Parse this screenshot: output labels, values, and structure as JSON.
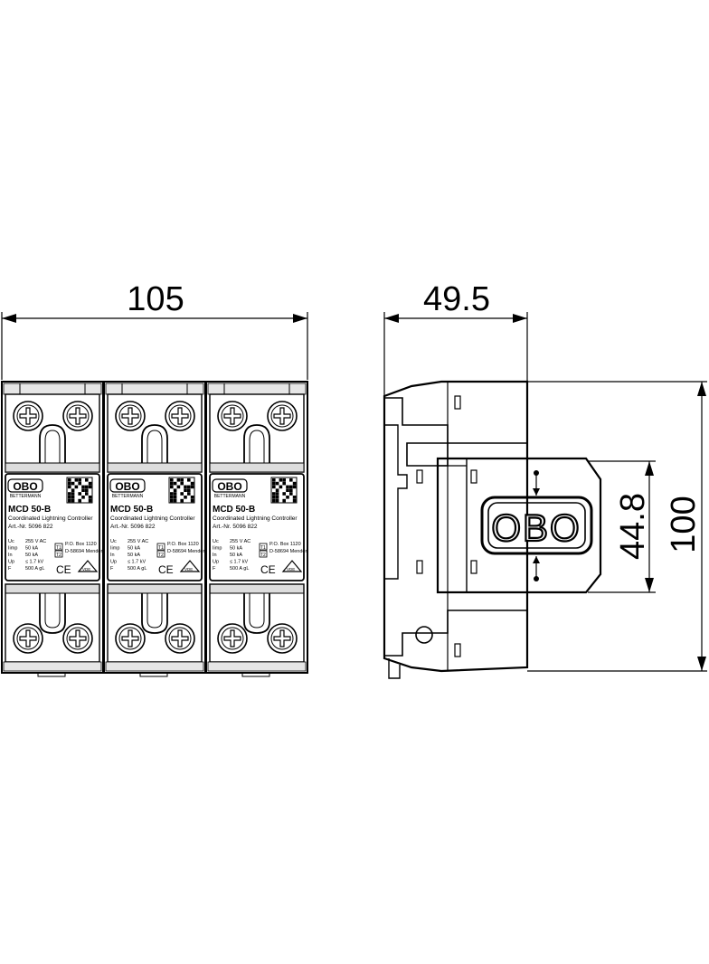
{
  "dimensions": {
    "width_front": "105",
    "depth_side": "49.5",
    "height_front_window": "44.8",
    "height_total": "100"
  },
  "module": {
    "brand": "OBO",
    "sub_brand": "BETTERMANN",
    "model": "MCD 50-B",
    "description": "Coordinated Lightning Controller",
    "article": "Art.-Nr. 5096 822",
    "specs": [
      {
        "sym": "Uc",
        "val": "255 V AC"
      },
      {
        "sym": "Iimp",
        "val": "50 kA"
      },
      {
        "sym": "In",
        "val": "50 kA"
      },
      {
        "sym": "Up",
        "val": "≤ 1.7 kV"
      },
      {
        "sym": "F",
        "val": "500 A gL"
      }
    ],
    "class_t1": "T1",
    "class_t2": "T2",
    "address_1": "P.O. Box 1120",
    "address_2": "D-58694 Menden",
    "ce_mark": "CE",
    "vde_mark": "VDE"
  },
  "side_view": {
    "brand": "OBO"
  }
}
